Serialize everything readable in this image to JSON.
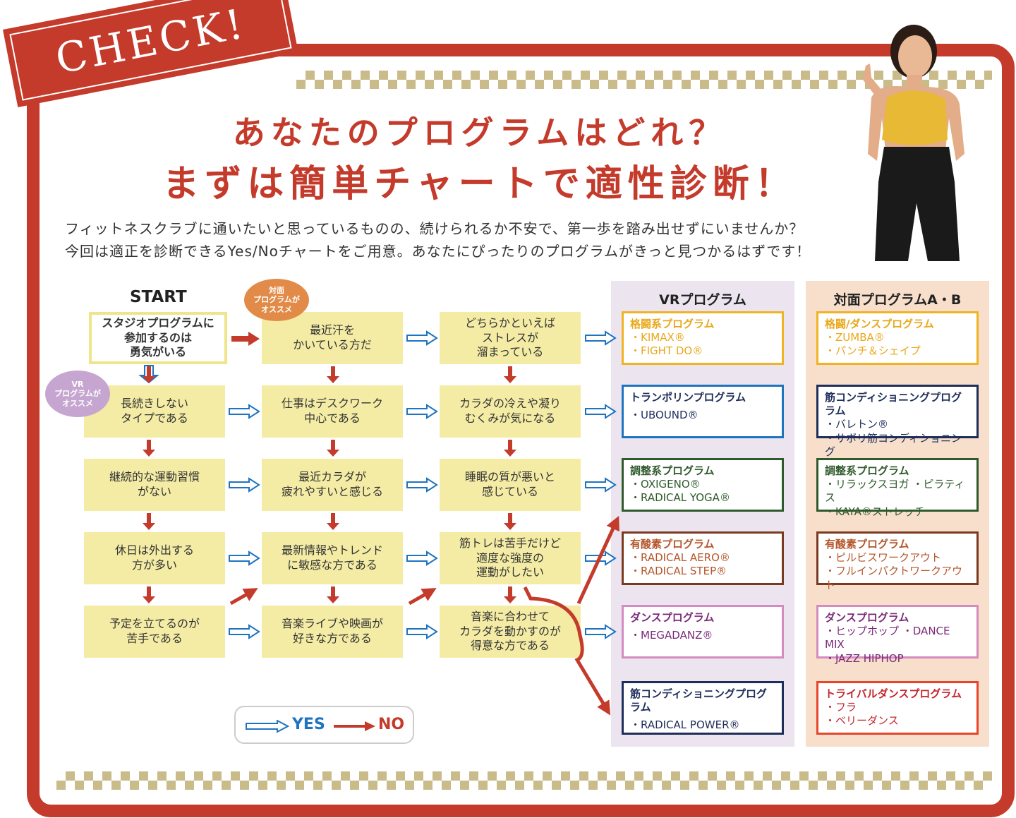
{
  "banner": "CHECK!",
  "title": {
    "line1": "あなたのプログラムはどれ？",
    "line2": "まずは簡単チャートで適性診断！"
  },
  "intro": {
    "line1": "フィットネスクラブに通いたいと思っているものの、続けられるか不安で、第一歩を踏み出せずにいませんか？",
    "line2": "今回は適正を診断できるYes/Noチャートをご用意。あなたにぴったりのプログラムがきっと見つかるはずです！"
  },
  "start_label": "START",
  "bubbles": {
    "face": "対面\nプログラムが\nオススメ",
    "vr": "VR\nプログラムが\nオススメ"
  },
  "flow": [
    [
      "スタジオプログラムに\n参加するのは\n勇気がいる",
      "最近汗を\nかいている方だ",
      "どちらかといえば\nストレスが\n溜まっている"
    ],
    [
      "長続きしない\nタイプである",
      "仕事はデスクワーク\n中心である",
      "カラダの冷えや凝り\nむくみが気になる"
    ],
    [
      "継続的な運動習慣\nがない",
      "最近カラダが\n疲れやすいと感じる",
      "睡眠の質が悪いと\n感じている"
    ],
    [
      "休日は外出する\n方が多い",
      "最新情報やトレンド\nに敏感な方である",
      "筋トレは苦手だけど\n適度な強度の\n運動がしたい"
    ],
    [
      "予定を立てるのが\n苦手である",
      "音楽ライブや映画が\n好きな方である",
      "音楽に合わせて\nカラダを動かすのが\n得意な方である"
    ]
  ],
  "columns": {
    "vr": {
      "heading": "VRプログラム",
      "bg": "#ece5f0"
    },
    "face": {
      "heading": "対面プログラムA・B",
      "bg": "#f7dfcb"
    }
  },
  "results_vr": [
    {
      "title": "格闘系プログラム",
      "items": [
        "・KIMAX®",
        "・FIGHT DO®"
      ],
      "border": "#f0b323",
      "color": "#e8a81a"
    },
    {
      "title": "トランポリンプログラム",
      "items": [
        "・UBOUND®"
      ],
      "border": "#1f74c0",
      "color": "#1e2d5a"
    },
    {
      "title": "調整系プログラム",
      "items": [
        "・OXIGENO®",
        "・RADICAL YOGA®"
      ],
      "border": "#2f5a2c",
      "color": "#2f5a2c"
    },
    {
      "title": "有酸素プログラム",
      "items": [
        "・RADICAL AERO®",
        "・RADICAL STEP®"
      ],
      "border": "#7a3a22",
      "color": "#b5562b"
    },
    {
      "title": "ダンスプログラム",
      "items": [
        "・MEGADANZ®"
      ],
      "border": "#d48cc0",
      "color": "#7a2a78"
    },
    {
      "title": "筋コンディショニングプログラム",
      "items": [
        "・RADICAL POWER®"
      ],
      "border": "#1e2d5a",
      "color": "#1e2d5a"
    }
  ],
  "results_face": [
    {
      "title": "格闘/ダンスプログラム",
      "items": [
        "・ZUMBA®",
        "・パンチ＆シェイプ"
      ],
      "border": "#f0b323",
      "color": "#e8a81a"
    },
    {
      "title": "筋コンディショニングプログラム",
      "items": [
        "・バレトン®",
        "・サボリ筋コンディショニング"
      ],
      "border": "#1e2d5a",
      "color": "#1e2d5a"
    },
    {
      "title": "調整系プログラム",
      "items": [
        "・リラックスヨガ ・ピラティス",
        "・KAYA®ストレッチ"
      ],
      "border": "#2f5a2c",
      "color": "#2f5a2c"
    },
    {
      "title": "有酸素プログラム",
      "items": [
        "・ピルビスワークアウト",
        "・フルインパクトワークアウト"
      ],
      "border": "#7a3a22",
      "color": "#b5562b"
    },
    {
      "title": "ダンスプログラム",
      "items": [
        "・ヒップホップ ・DANCE MIX",
        "・JAZZ HIPHOP"
      ],
      "border": "#d48cc0",
      "color": "#7a2a78"
    },
    {
      "title": "トライバルダンスプログラム",
      "items": [
        "・フラ",
        "・ベリーダンス"
      ],
      "border": "#e8452c",
      "color": "#c4262e"
    }
  ],
  "legend": {
    "yes": "YES",
    "no": "NO"
  },
  "colors": {
    "red": "#c43a2b",
    "blue": "#1f74c0",
    "box": "#f4eca5"
  }
}
